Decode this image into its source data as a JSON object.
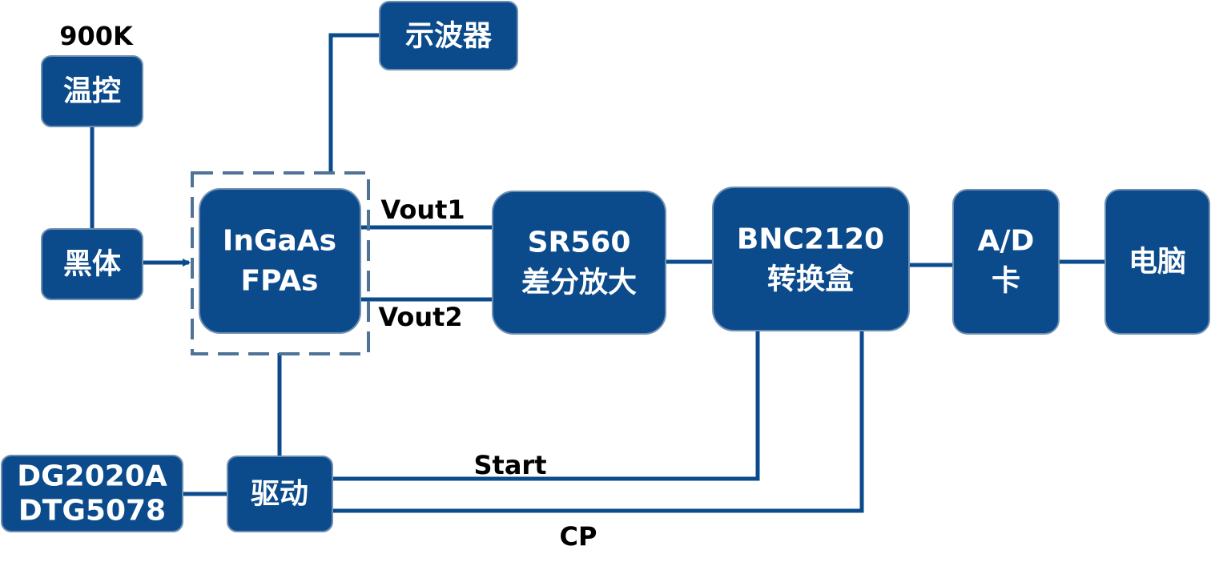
{
  "colors": {
    "block_fill": "#0b4b8c",
    "connector": "#0b4b8c",
    "block_text": "#ffffff",
    "label_text": "#000000"
  },
  "blocks": {
    "temp_control": "温控",
    "blackbody": "黑体",
    "oscilloscope": "示波器",
    "fpa_line1": "InGaAs",
    "fpa_line2": "FPAs",
    "amp_line1": "SR560",
    "amp_line2": "差分放大",
    "bnc_line1": "BNC2120",
    "bnc_line2": "转换盒",
    "ad_line1": "A/D",
    "ad_line2": "卡",
    "computer": "电脑",
    "driver": "驱动",
    "generator_line1": "DG2020A",
    "generator_line2": "DTG5078"
  },
  "labels": {
    "temperature": "900K",
    "vout1": "Vout1",
    "vout2": "Vout2",
    "start": "Start",
    "cp": "CP"
  }
}
